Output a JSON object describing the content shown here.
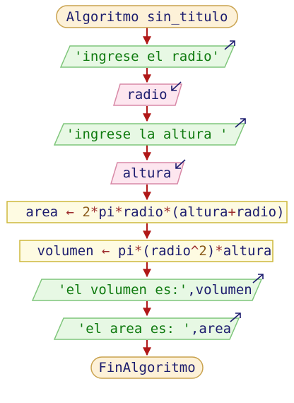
{
  "diagram": {
    "start": "Algoritmo sin_titulo",
    "end": "FinAlgoritmo",
    "steps": [
      {
        "type": "output",
        "text": "'ingrese el radio'"
      },
      {
        "type": "input",
        "text": "radio"
      },
      {
        "type": "output",
        "text": "'ingrese la altura '"
      },
      {
        "type": "input",
        "text": "altura"
      },
      {
        "type": "process",
        "parts": [
          {
            "t": "area ",
            "c": "dark"
          },
          {
            "t": "←",
            "c": "op"
          },
          {
            "t": " ",
            "c": "dark"
          },
          {
            "t": "2",
            "c": "num"
          },
          {
            "t": "*",
            "c": "op"
          },
          {
            "t": "pi",
            "c": "dark"
          },
          {
            "t": "*",
            "c": "op"
          },
          {
            "t": "radio",
            "c": "dark"
          },
          {
            "t": "*",
            "c": "op"
          },
          {
            "t": "(altura",
            "c": "dark"
          },
          {
            "t": "+",
            "c": "op"
          },
          {
            "t": "radio)",
            "c": "dark"
          }
        ]
      },
      {
        "type": "process",
        "parts": [
          {
            "t": "volumen ",
            "c": "dark"
          },
          {
            "t": "←",
            "c": "op"
          },
          {
            "t": " pi",
            "c": "dark"
          },
          {
            "t": "*",
            "c": "op"
          },
          {
            "t": "(radio",
            "c": "dark"
          },
          {
            "t": "^",
            "c": "op"
          },
          {
            "t": "2",
            "c": "num"
          },
          {
            "t": ")",
            "c": "dark"
          },
          {
            "t": "*",
            "c": "op"
          },
          {
            "t": "altura",
            "c": "dark"
          }
        ]
      },
      {
        "type": "output",
        "parts": [
          {
            "t": "'el volumen es:'",
            "c": "green"
          },
          {
            "t": ",volumen",
            "c": "dark"
          }
        ]
      },
      {
        "type": "output",
        "parts": [
          {
            "t": "'el area es: '",
            "c": "green"
          },
          {
            "t": ",area",
            "c": "dark"
          }
        ]
      }
    ]
  },
  "colors": {
    "terminal_fill": "#fdf1d8",
    "terminal_stroke": "#c9a24e",
    "output_fill": "#e7f8e4",
    "output_stroke": "#7fc67b",
    "input_fill": "#fde6ef",
    "input_stroke": "#d889a7",
    "process_fill": "#fefbe2",
    "process_stroke": "#cdb83c",
    "connector": "#b01818",
    "io_arrow": "#1c1c6e"
  }
}
